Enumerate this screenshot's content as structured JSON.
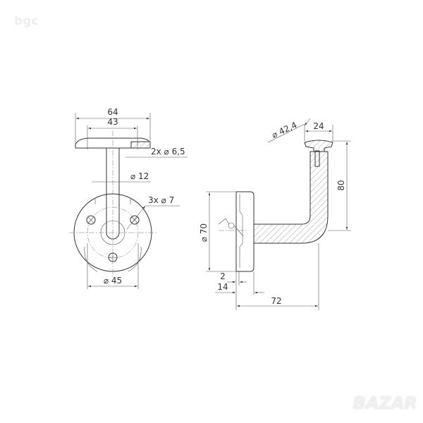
{
  "watermarks": {
    "top_left": "bgc",
    "bottom_right": "BAZAR"
  },
  "front_view": {
    "dim_plate_width": "64",
    "dim_plate_inner": "43",
    "dim_plate_holes": "2x ⌀ 6,5",
    "dim_stem": "⌀ 12",
    "dim_base_holes": "3x ⌀ 7",
    "dim_bolt_circle": "⌀ 45"
  },
  "side_view": {
    "dim_rail": "⌀ 42,4",
    "dim_saddle": "24",
    "dim_height": "80",
    "dim_base": "⌀ 70",
    "dim_thickness_2": "2",
    "dim_thickness_14": "14",
    "dim_projection": "72"
  }
}
